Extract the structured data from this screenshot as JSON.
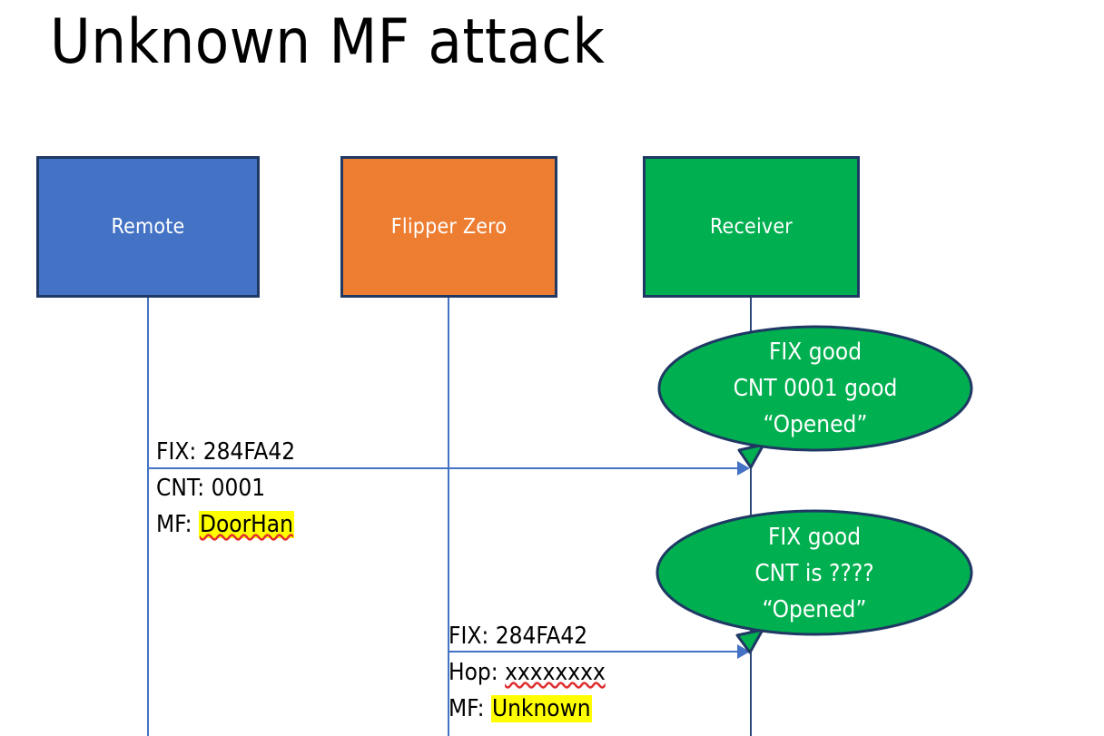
{
  "slide": {
    "title": "Unknown MF attack",
    "background_color": "#FFFFFF"
  },
  "colors": {
    "remote_blue": "#4472C4",
    "flipper_orange": "#ED7D31",
    "receiver_green": "#00B050",
    "box_border_navy": "#1F3864",
    "lifeline_blue": "#4472C4",
    "highlight_yellow": "#FFFF00",
    "spellcheck_red": "#E03030",
    "callout_text_white": "#FFFFFF"
  },
  "actors": [
    {
      "id": "remote",
      "label": "Remote",
      "fill": "#4472C4"
    },
    {
      "id": "flipper",
      "label": "Flipper Zero",
      "fill": "#ED7D31"
    },
    {
      "id": "receiver",
      "label": "Receiver",
      "fill": "#00B050"
    }
  ],
  "messages": [
    {
      "id": "msg-remote-to-receiver",
      "from": "remote",
      "to": "receiver",
      "lines": [
        {
          "prefix": "FIX: ",
          "value": "284FA42",
          "highlight": false,
          "spellcheck_error": false
        },
        {
          "prefix": "CNT: ",
          "value": "0001",
          "highlight": false,
          "spellcheck_error": false
        },
        {
          "prefix": "MF: ",
          "value": "DoorHan",
          "highlight": true,
          "spellcheck_error": true
        }
      ]
    },
    {
      "id": "msg-flipper-to-receiver",
      "from": "flipper",
      "to": "receiver",
      "lines": [
        {
          "prefix": "FIX: ",
          "value": "284FA42",
          "highlight": false,
          "spellcheck_error": false
        },
        {
          "prefix": "Hop: ",
          "value": "xxxxxxxx",
          "highlight": false,
          "spellcheck_error": true
        },
        {
          "prefix": "MF: ",
          "value": "Unknown",
          "highlight": true,
          "spellcheck_error": false
        }
      ]
    }
  ],
  "callouts": [
    {
      "id": "callout-first-reception",
      "line1": "FIX good",
      "line2": "CNT 0001 good",
      "line3": "“Opened”"
    },
    {
      "id": "callout-second-reception",
      "line1": "FIX good",
      "line2": "CNT is ????",
      "line3": "“Opened”"
    }
  ]
}
